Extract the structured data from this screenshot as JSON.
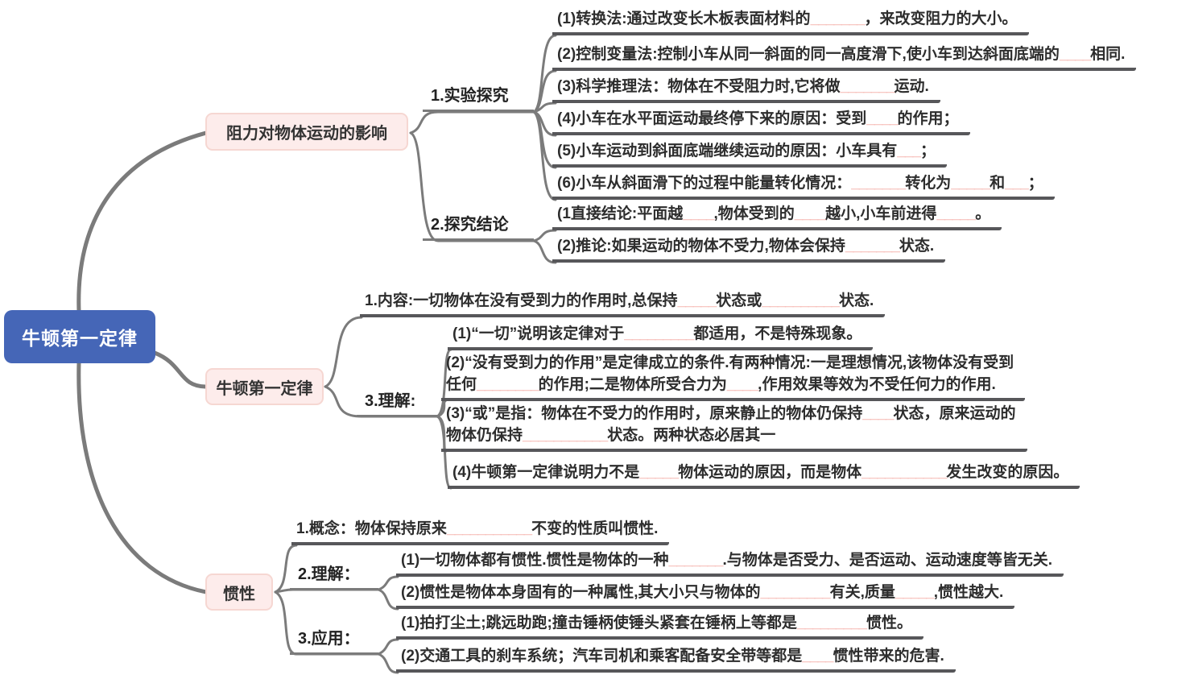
{
  "colors": {
    "root_bg": "#4566b7",
    "branch_bg": "#fdeceb",
    "branch_border": "#f6d7d2",
    "line": "#7b7b7b",
    "underline": "#57575a",
    "blank": "#f2a19a",
    "text": "#2d2d2d"
  },
  "root": {
    "label": "牛顿第一定律"
  },
  "branches": [
    {
      "label": "阻力对物体运动的影响",
      "direct_items": [],
      "groups": [
        {
          "label": "1.实验探究",
          "items": [
            "(1)转换法:通过改变长木板表面材料的_______，来改变阻力的大小。",
            "(2)控制变量法:控制小车从同一斜面的同一高度滑下,使小车到达斜面底端的____相同.",
            "(3)科学推理法：物体在不受阻力时,它将做_______运动.",
            "(4)小车在水平面运动最终停下来的原因：受到____的作用；",
            "(5)小车运动到斜面底端继续运动的原因：小车具有___；",
            "(6)小车从斜面滑下的过程中能量转化情况：_______转化为_____和___；"
          ]
        },
        {
          "label": "2.探究结论",
          "items": [
            "(1直接结论:平面越____,物体受到的____越小,小车前进得_____。",
            "(2)推论:如果运动的物体不受力,物体会保持_______状态."
          ]
        }
      ]
    },
    {
      "label": "牛顿第一定律",
      "direct_items": [
        "1.内容:一切物体在没有受到力的作用时,总保持_____状态或__________状态."
      ],
      "groups": [
        {
          "label": "3.理解:",
          "items": [
            "(1)“一切”说明该定律对于_________都适用，不是特殊现象。",
            "(2)“没有受到力的作用”是定律成立的条件.有两种情况:一是理想情况,该物体没有受到\n任何________的作用;二是物体所受合力为____,作用效果等效为不受任何力的作用.",
            "(3)“或”是指：物体在不受力的作用时，原来静止的物体仍保持____状态，原来运动的\n物体仍保持___________状态。两种状态必居其一",
            "(4)牛顿第一定律说明力不是_____物体运动的原因，而是物体___________发生改变的原因。"
          ]
        }
      ]
    },
    {
      "label": "惯性",
      "direct_items": [
        "1.概念：物体保持原来___________不变的性质叫惯性."
      ],
      "groups": [
        {
          "label": "2.理解：",
          "items": [
            "(1)一切物体都有惯性.惯性是物体的一种_______.与物体是否受力、是否运动、运动速度等皆无关.",
            "(2)惯性是物体本身固有的一种属性,其大小只与物体的_________有关,质量_____,惯性越大."
          ]
        },
        {
          "label": "3.应用：",
          "items": [
            "(1)拍打尘土;跳远助跑;撞击锤柄使锤头紧套在锤柄上等都是_________惯性。",
            "(2)交通工具的刹车系统；汽车司机和乘客配备安全带等都是____惯性带来的危害."
          ]
        }
      ]
    }
  ]
}
